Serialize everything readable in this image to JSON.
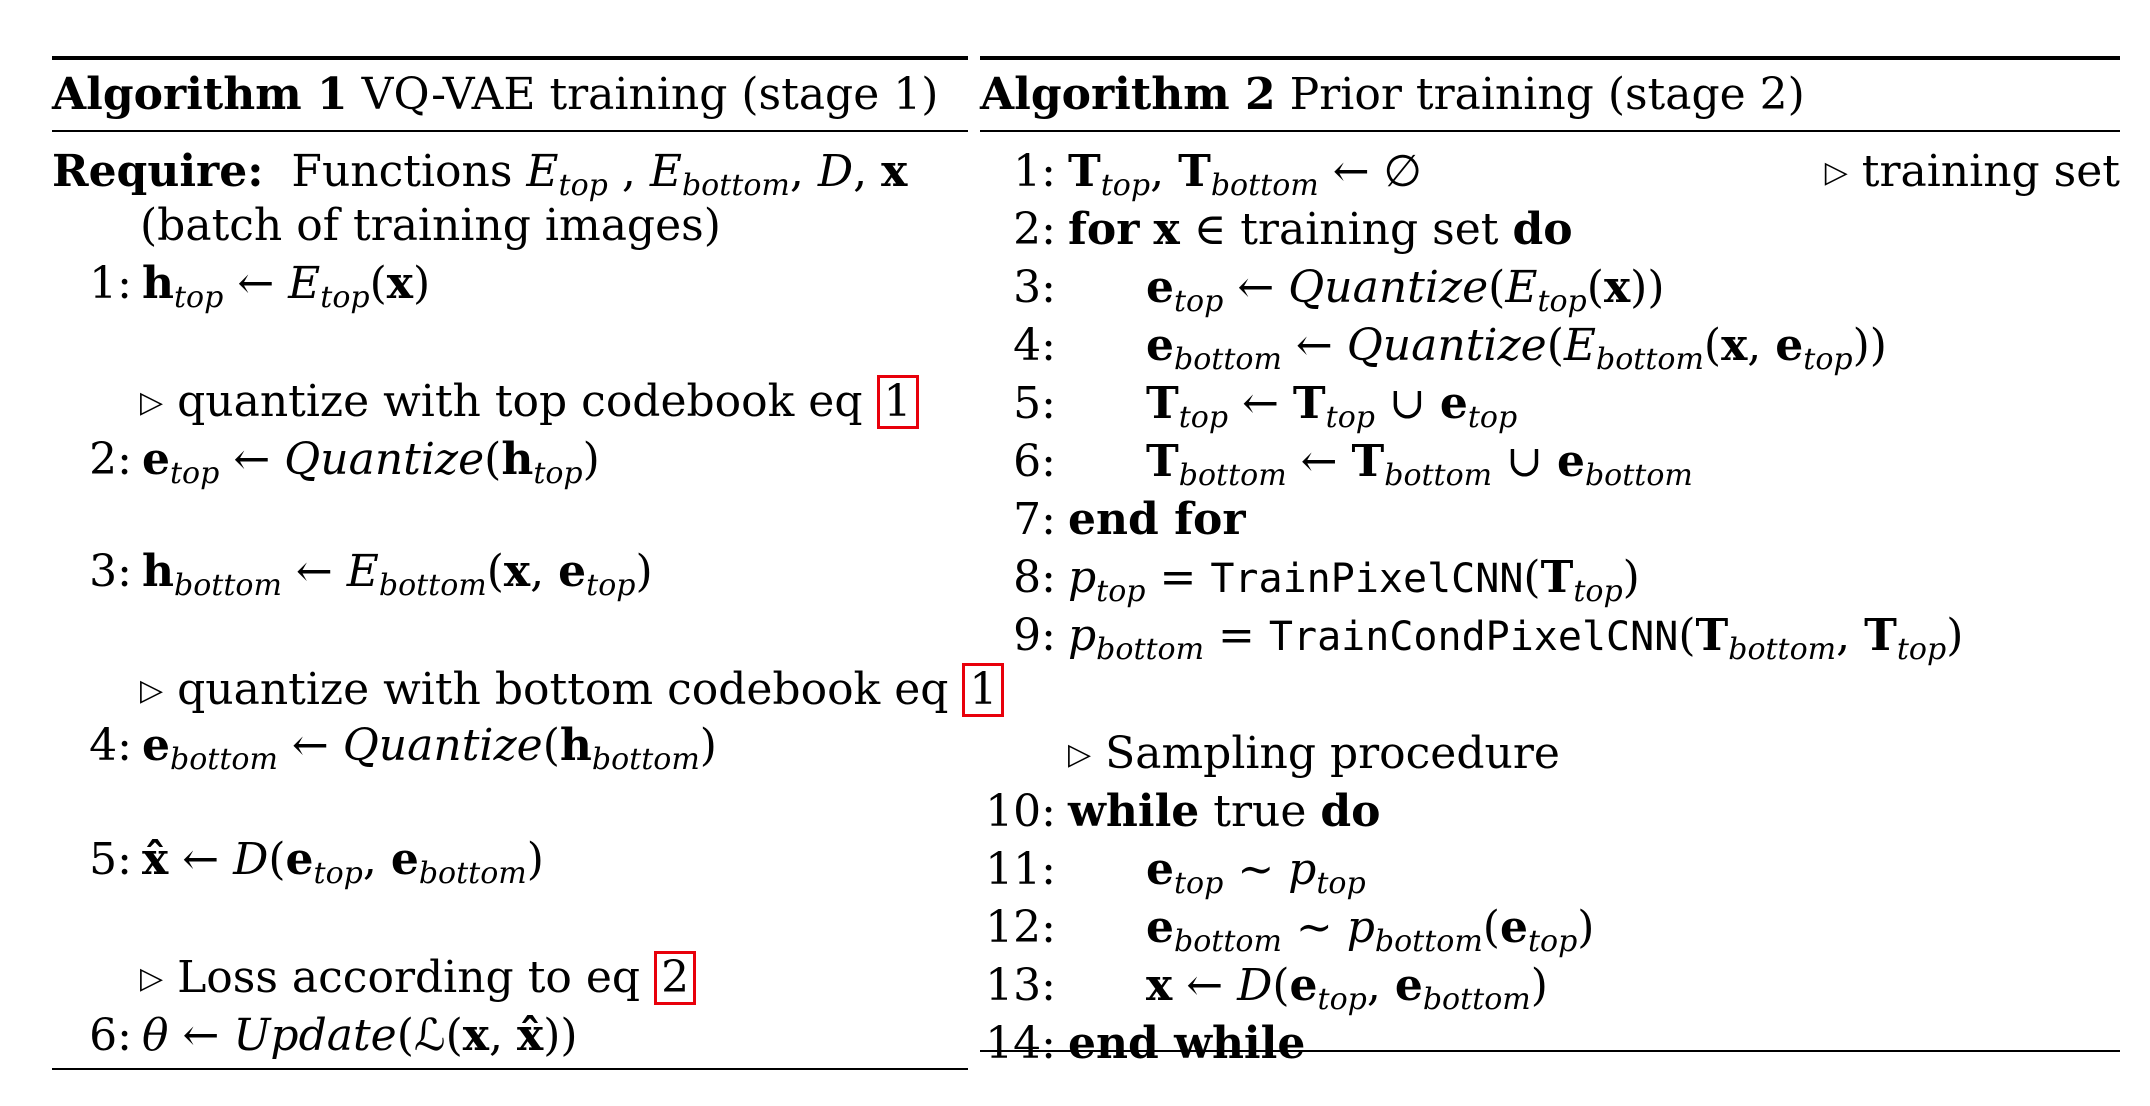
{
  "algorithm1": {
    "label": "Algorithm 1",
    "title": "VQ-VAE training (stage 1)",
    "require_label": "Require:",
    "require_text": "Functions E_top , E_bottom, D, x",
    "require_cont": "(batch of training images)",
    "lines": [
      {
        "num": "1:",
        "text": "h_top ← E_top(x)"
      },
      {
        "comment": "quantize with top codebook eq",
        "ref": "1"
      },
      {
        "num": "2:",
        "text": "e_top ← Quantize(h_top)"
      },
      {
        "num": "3:",
        "text": "h_bottom ← E_bottom(x, e_top)"
      },
      {
        "comment": "quantize with bottom codebook eq",
        "ref": "1"
      },
      {
        "num": "4:",
        "text": "e_bottom ← Quantize(h_bottom)"
      },
      {
        "num": "5:",
        "text": "x̂ ← D(e_top, e_bottom)"
      },
      {
        "comment": "Loss according to eq",
        "ref": "2"
      },
      {
        "num": "6:",
        "text": "θ ← Update(ℒ(x, x̂))"
      }
    ]
  },
  "algorithm2": {
    "label": "Algorithm 2",
    "title": "Prior training (stage 2)",
    "training_set_note": "training set",
    "lines": [
      {
        "num": "1:",
        "text": "T_top, T_bottom ← ∅"
      },
      {
        "num": "2:",
        "kw1": "for",
        "text": "x ∈ training set",
        "kw2": "do"
      },
      {
        "num": "3:",
        "text": "e_top ← Quantize(E_top(x))"
      },
      {
        "num": "4:",
        "text": "e_bottom ← Quantize(E_bottom(x, e_top))"
      },
      {
        "num": "5:",
        "text": "T_top ← T_top ∪ e_top"
      },
      {
        "num": "6:",
        "text": "T_bottom ← T_bottom ∪ e_bottom"
      },
      {
        "num": "7:",
        "kw1": "end for"
      },
      {
        "num": "8:",
        "text": "p_top = TrainPixelCNN(T_top)"
      },
      {
        "num": "9:",
        "text": "p_bottom = TrainCondPixelCNN(T_bottom, T_top)"
      },
      {
        "comment": "Sampling procedure"
      },
      {
        "num": "10:",
        "kw1": "while",
        "text": "true",
        "kw2": "do"
      },
      {
        "num": "11:",
        "text": "e_top ∼ p_top"
      },
      {
        "num": "12:",
        "text": "e_bottom ∼ p_bottom(e_top)"
      },
      {
        "num": "13:",
        "text": "x ← D(e_top, e_bottom)"
      },
      {
        "num": "14:",
        "kw1": "end while"
      }
    ]
  },
  "symbols": {
    "arrow": "←",
    "approx": "∼",
    "union": "∪",
    "in": "∈",
    "empty": "∅",
    "eq": "=",
    "tri": "▷",
    "theta": "θ",
    "loss": "ℒ",
    "xhat": "x̂",
    "top": "top",
    "bottom": "bottom",
    "quantize": "Quantize",
    "update": "Update",
    "pixelcnn": "TrainPixelCNN",
    "condpixelcnn": "TrainCondPixelCNN"
  }
}
